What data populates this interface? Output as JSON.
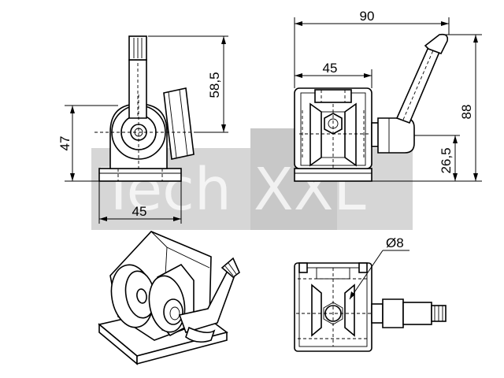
{
  "watermark": {
    "text_left": "Tech",
    "text_right": "XXL",
    "band_color": "#d6d6d6",
    "block_color": "#c8c8c8"
  },
  "dimensions": {
    "side_view": {
      "height_total": "47",
      "width_base": "45",
      "height_lever": "58,5"
    },
    "front_view": {
      "width_total": "90",
      "width_body": "45",
      "height_total": "88",
      "height_axis": "26,5"
    },
    "top_view": {
      "diameter": "Ø8"
    }
  }
}
